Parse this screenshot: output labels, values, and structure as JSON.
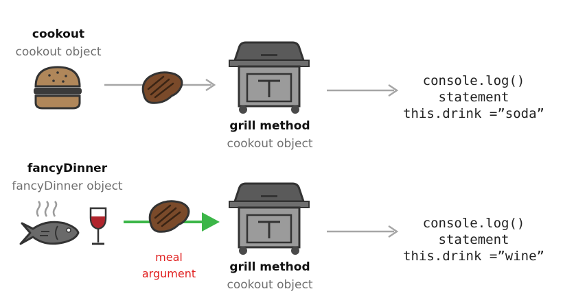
{
  "top": {
    "object_name": "cookout",
    "object_caption": "cookout object",
    "method_name": "grill method",
    "method_caption": "cookout object",
    "output_lines": [
      "console.log()",
      "statement",
      "this.drink =”soda”"
    ]
  },
  "bottom": {
    "object_name": "fancyDinner",
    "object_caption": "fancyDinner object",
    "argument_lines": [
      "meal",
      "argument"
    ],
    "method_name": "grill method",
    "method_caption": "cookout object",
    "output_lines": [
      "console.log()",
      "statement",
      "this.drink =”wine”"
    ]
  },
  "colors": {
    "arrow_gray": "#a6a6a6",
    "arrow_green": "#3cb648",
    "argument_red": "#e02020",
    "grill_dark": "#4a4a4a",
    "grill_mid": "#7a7a7a",
    "grill_light": "#9b9b9b",
    "steak": "#7a4a2a",
    "bun": "#b0875a",
    "wine": "#b0242c"
  },
  "icons": [
    "burger-icon",
    "steak-icon",
    "grill-icon",
    "fish-icon",
    "steam-icon",
    "wine-glass-icon"
  ]
}
